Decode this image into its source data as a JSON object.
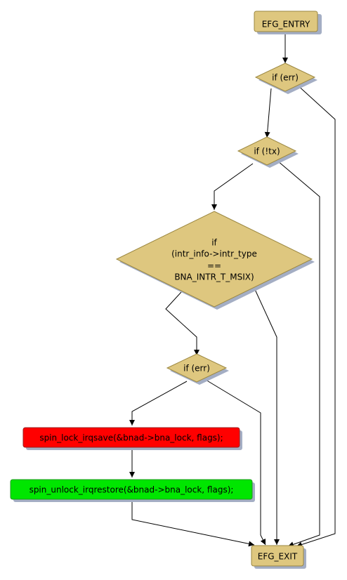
{
  "colors": {
    "node_fill": "#dec77f",
    "node_stroke": "#9b8740",
    "shadow": "#a4aec4",
    "red_fill": "#ff0000",
    "green_fill": "#00e600",
    "edge": "#000000"
  },
  "nodes": {
    "entry": {
      "label": "EFG_ENTRY"
    },
    "if_err_1": {
      "label": "if (err)"
    },
    "if_not_tx": {
      "label": "if (!tx)"
    },
    "if_intr": {
      "lines": [
        "if",
        "(intr_info->intr_type",
        "==",
        "BNA_INTR_T_MSIX)"
      ]
    },
    "if_err_2": {
      "label": "if (err)"
    },
    "lock": {
      "label": "spin_lock_irqsave(&bnad->bna_lock, flags);"
    },
    "unlock": {
      "label": "spin_unlock_irqrestore(&bnad->bna_lock, flags);"
    },
    "exit": {
      "label": "EFG_EXIT"
    }
  }
}
